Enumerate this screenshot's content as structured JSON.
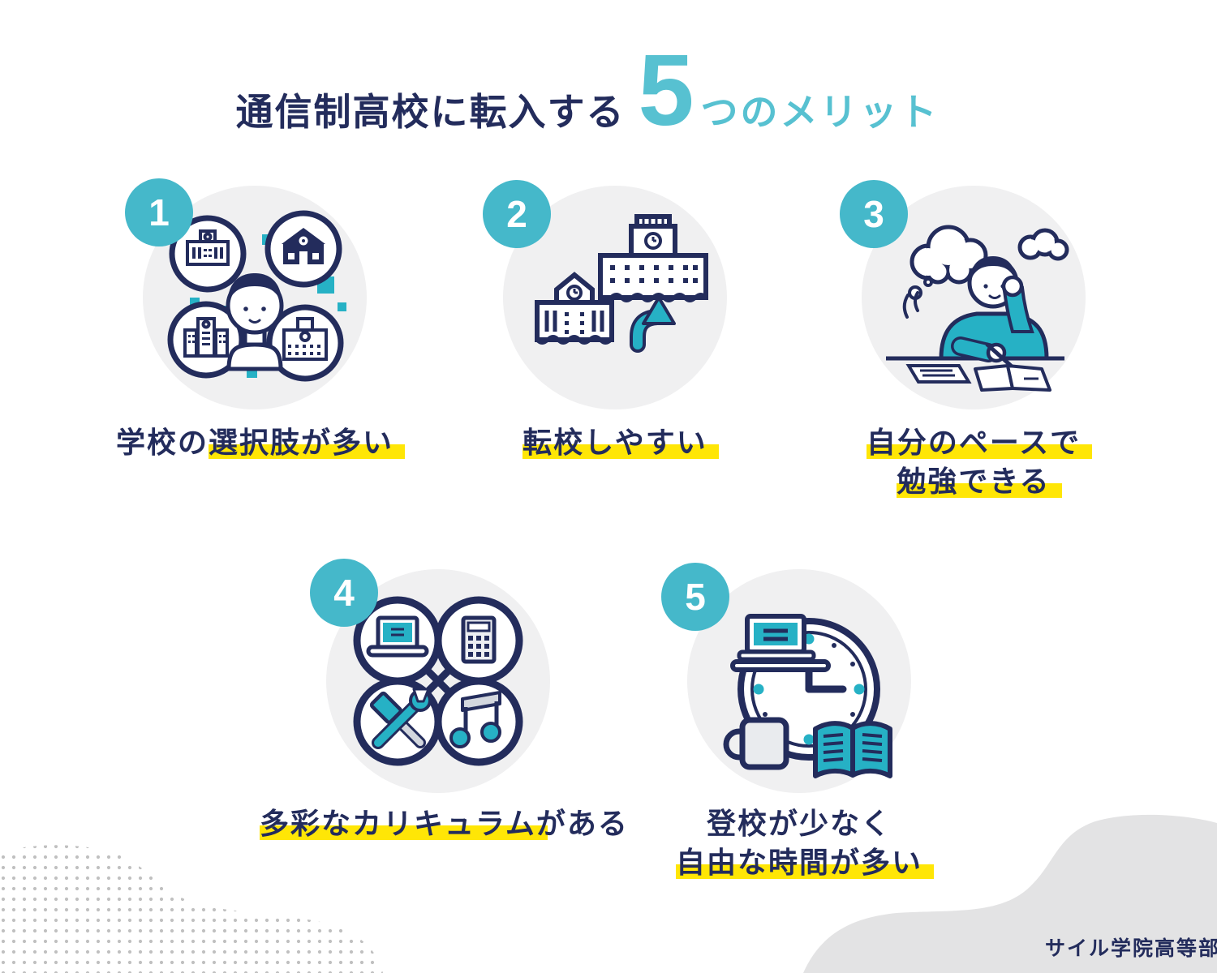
{
  "title": {
    "prefix": "通信制高校に転入する",
    "number": "5",
    "suffix": "つのメリット"
  },
  "merits": [
    {
      "number": "1",
      "icon": "school-choices-icon",
      "line1_plain": "学校の",
      "line1_hl": "選択肢が多い"
    },
    {
      "number": "2",
      "icon": "school-transfer-icon",
      "line1_hl": "転校しやすい"
    },
    {
      "number": "3",
      "icon": "self-paced-study-icon",
      "line1_hl": "自分のペースで",
      "line2_hl": "勉強できる"
    },
    {
      "number": "4",
      "icon": "diverse-curriculum-icon",
      "line1_hl": "多彩なカリキュラム",
      "line1_plain_after": "がある"
    },
    {
      "number": "5",
      "icon": "free-time-icon",
      "line1_plain": "登校が少なく",
      "line2_hl": "自由な時間が多い"
    }
  ],
  "footer": {
    "brand": "サイル学院高等部"
  },
  "colors": {
    "navy": "#232c5c",
    "teal": "#26b1c5",
    "teal_light": "#57c1d1",
    "badge_teal": "#45b8ca",
    "highlight_yellow": "#ffe606",
    "circle_bg": "#f0f0f1",
    "blob_gray": "#e3e3e4",
    "dot_gray": "#c0c0c0"
  }
}
